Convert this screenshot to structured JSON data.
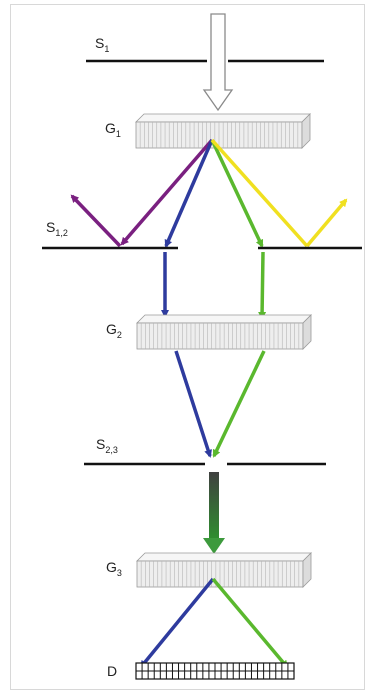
{
  "labels": {
    "s1": {
      "main": "S",
      "sub": "1"
    },
    "g1": {
      "main": "G",
      "sub": "1"
    },
    "s12": {
      "main": "S",
      "sub": "1,2"
    },
    "g2": {
      "main": "G",
      "sub": "2"
    },
    "s23": {
      "main": "S",
      "sub": "2,3"
    },
    "g3": {
      "main": "G",
      "sub": "3"
    },
    "d": {
      "main": "D"
    }
  },
  "colors": {
    "purple": "#7a2080",
    "blue": "#2e3b9e",
    "green": "#5ab82e",
    "yellow": "#f0e020",
    "dark_green": "#3d9a3d",
    "slit": "#111111",
    "grating_fill": "#efefef",
    "grating_line": "#9a9a9a",
    "incident_outline": "#8a8a8a"
  },
  "icons": {
    "incident_beam": "hollow-down-arrow",
    "grating": "3d-slab",
    "detector": "grid-strip"
  }
}
